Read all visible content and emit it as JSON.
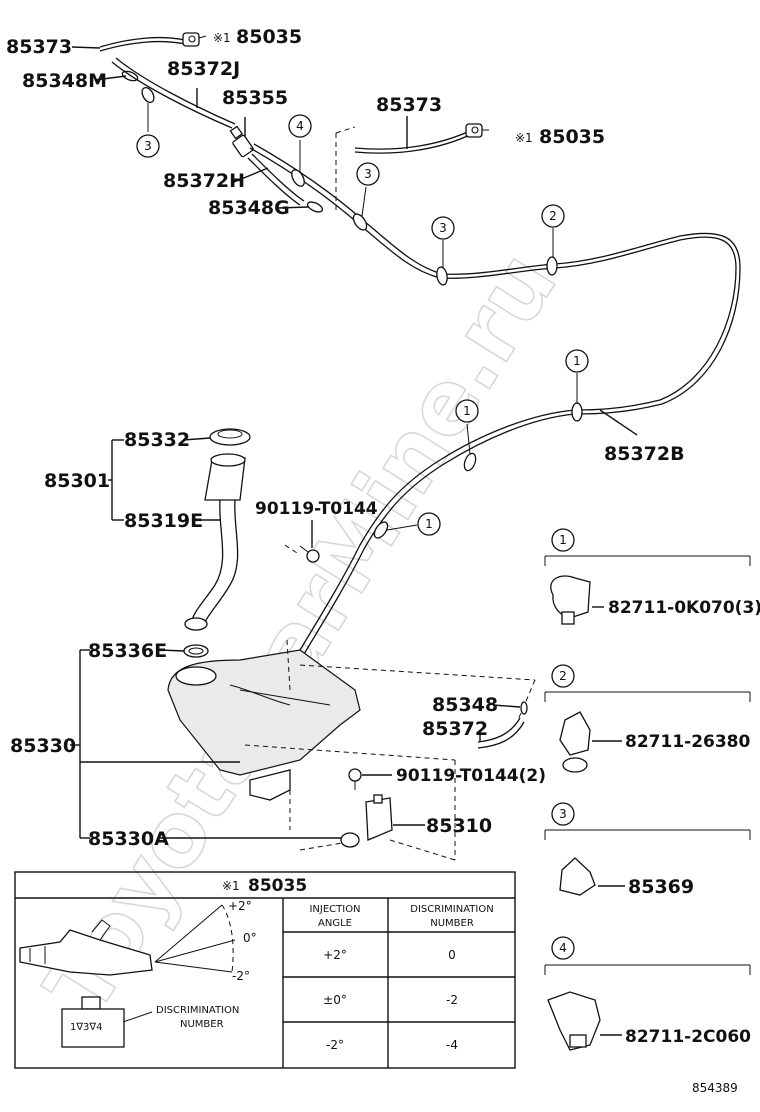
{
  "watermark": "ToyotaCarMine.ru",
  "diagram_id": "854389",
  "reference_mark": "※1",
  "callout_numbers": [
    "1",
    "2",
    "3",
    "4"
  ],
  "parts": {
    "p85373_top": "85373",
    "p85035_top": "85035",
    "p85348M": "85348M",
    "p85372J": "85372J",
    "p85355": "85355",
    "p85373_mid": "85373",
    "p85035_mid": "85035",
    "p85372H": "85372H",
    "p85348G": "85348G",
    "p85332": "85332",
    "p85301": "85301",
    "p85319E": "85319E",
    "p90119_T0144": "90119-T0144",
    "p85372B": "85372B",
    "p85336E": "85336E",
    "p85330": "85330",
    "p85348": "85348",
    "p85372": "85372",
    "p90119_T0144_2": "90119-T0144(2)",
    "p85330A": "85330A",
    "p85310": "85310"
  },
  "legend": {
    "c1_part": "82711-0K070(3)",
    "c2_part": "82711-26380",
    "c3_part": "85369",
    "c4_part": "82711-2C060"
  },
  "table": {
    "title": "85035",
    "plus2": "+2°",
    "zero": "0°",
    "minus2": "-2°",
    "disc_label_1": "DISCRIMINATION",
    "disc_label_2": "NUMBER",
    "nozzle_mark": "1∇3∇4",
    "headers": [
      [
        "INJECTION",
        "ANGLE"
      ],
      [
        "DISCRIMINATION",
        "NUMBER"
      ]
    ],
    "rows": [
      {
        "angle": "+2°",
        "number": "0"
      },
      {
        "angle": "±0°",
        "number": "-2"
      },
      {
        "angle": "-2°",
        "number": "-4"
      }
    ]
  }
}
